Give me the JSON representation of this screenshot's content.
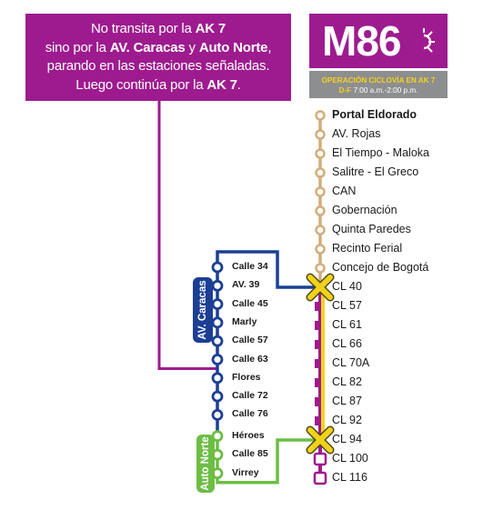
{
  "notice": {
    "l1a": "No transita por la ",
    "l1b": "AK 7",
    "l2a": "sino por la ",
    "l2b": "AV. Caracas",
    "l2c": " y ",
    "l2d": "Auto Norte",
    "l3": "parando en las estaciones señaladas.",
    "l4a": "Luego continúa por la ",
    "l4b": "AK 7",
    "l4c": "."
  },
  "route": {
    "code": "M86",
    "operation_title": "OPERACIÓN CICLOVÍA EN AK 7",
    "days": "D-F",
    "hours": " 7:00 a.m.-2:00 p.m."
  },
  "colors": {
    "purple": "#9e1b8f",
    "tan": "#d3ad7b",
    "blue": "#1c3f94",
    "green": "#6dbd45",
    "yellow": "#f3d21b",
    "gray": "#8d8e90"
  },
  "icons": {
    "route_icon": "sun-icon"
  },
  "main_stops": [
    {
      "label": "Portal Eldorado",
      "bold": true
    },
    {
      "label": "AV. Rojas"
    },
    {
      "label": "El Tiempo - Maloka"
    },
    {
      "label": "Salitre - El Greco"
    },
    {
      "label": "CAN"
    },
    {
      "label": "Gobernación"
    },
    {
      "label": "Quinta Paredes"
    },
    {
      "label": "Recinto Ferial"
    },
    {
      "label": "Concejo de Bogotá"
    },
    {
      "label": "CL 40"
    },
    {
      "label": "CL 57"
    },
    {
      "label": "CL 61"
    },
    {
      "label": "CL 66"
    },
    {
      "label": "CL 70A"
    },
    {
      "label": "CL 82"
    },
    {
      "label": "CL 87"
    },
    {
      "label": "CL 92"
    },
    {
      "label": "CL 94"
    },
    {
      "label": "CL 100"
    },
    {
      "label": "CL 116"
    }
  ],
  "detour_corridor": "AV. Caracas",
  "caracas_stops": [
    "Calle 34",
    "AV. 39",
    "Calle 45",
    "Marly",
    "Calle 57",
    "Calle 63",
    "Flores",
    "Calle 72",
    "Calle 76"
  ],
  "norte_corridor": "Auto Norte",
  "norte_stops": [
    "Héroes",
    "Calle 85",
    "Virrey"
  ]
}
